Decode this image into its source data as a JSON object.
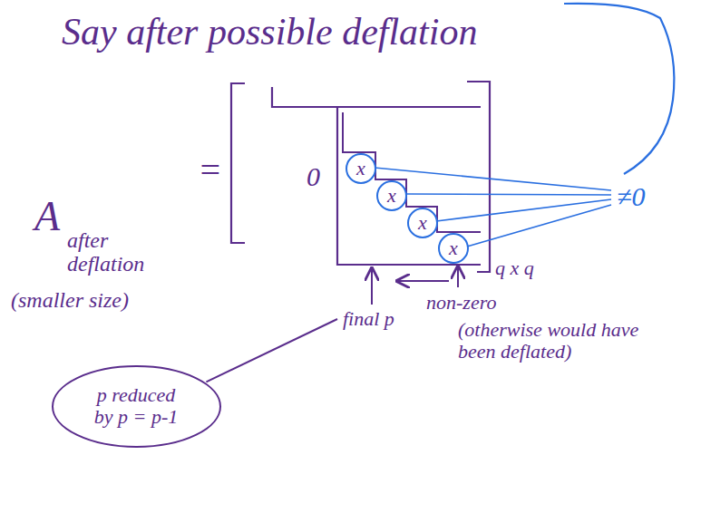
{
  "diagram": {
    "title": "Say after possible deflation",
    "nodes": [
      {
        "text": [
          "x"
        ]
      },
      {
        "text": [
          "x"
        ]
      },
      {
        "text": [
          "x"
        ]
      },
      {
        "text": [
          "x"
        ]
      },
      {
        "text": [
          "p reduced by p = p-1"
        ]
      }
    ],
    "labels": [
      "A",
      "after deflation",
      "(smaller size)",
      "=",
      "0",
      "≠0",
      "q x q",
      "final p",
      "non-zero",
      "(otherwise would have been deflated)"
    ]
  }
}
